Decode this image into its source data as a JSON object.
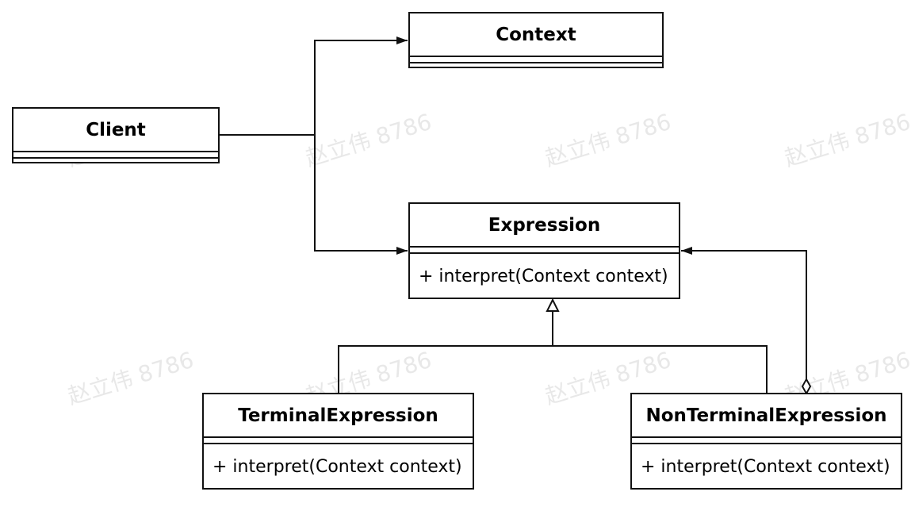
{
  "classes": {
    "context": {
      "name": "Context"
    },
    "client": {
      "name": "Client"
    },
    "expression": {
      "name": "Expression",
      "operation": "+ interpret(Context context)"
    },
    "terminal": {
      "name": "TerminalExpression",
      "operation": "+ interpret(Context context)"
    },
    "nonterminal": {
      "name": "NonTerminalExpression",
      "operation": "+ interpret(Context context)"
    }
  },
  "watermark": "赵立伟 8786"
}
